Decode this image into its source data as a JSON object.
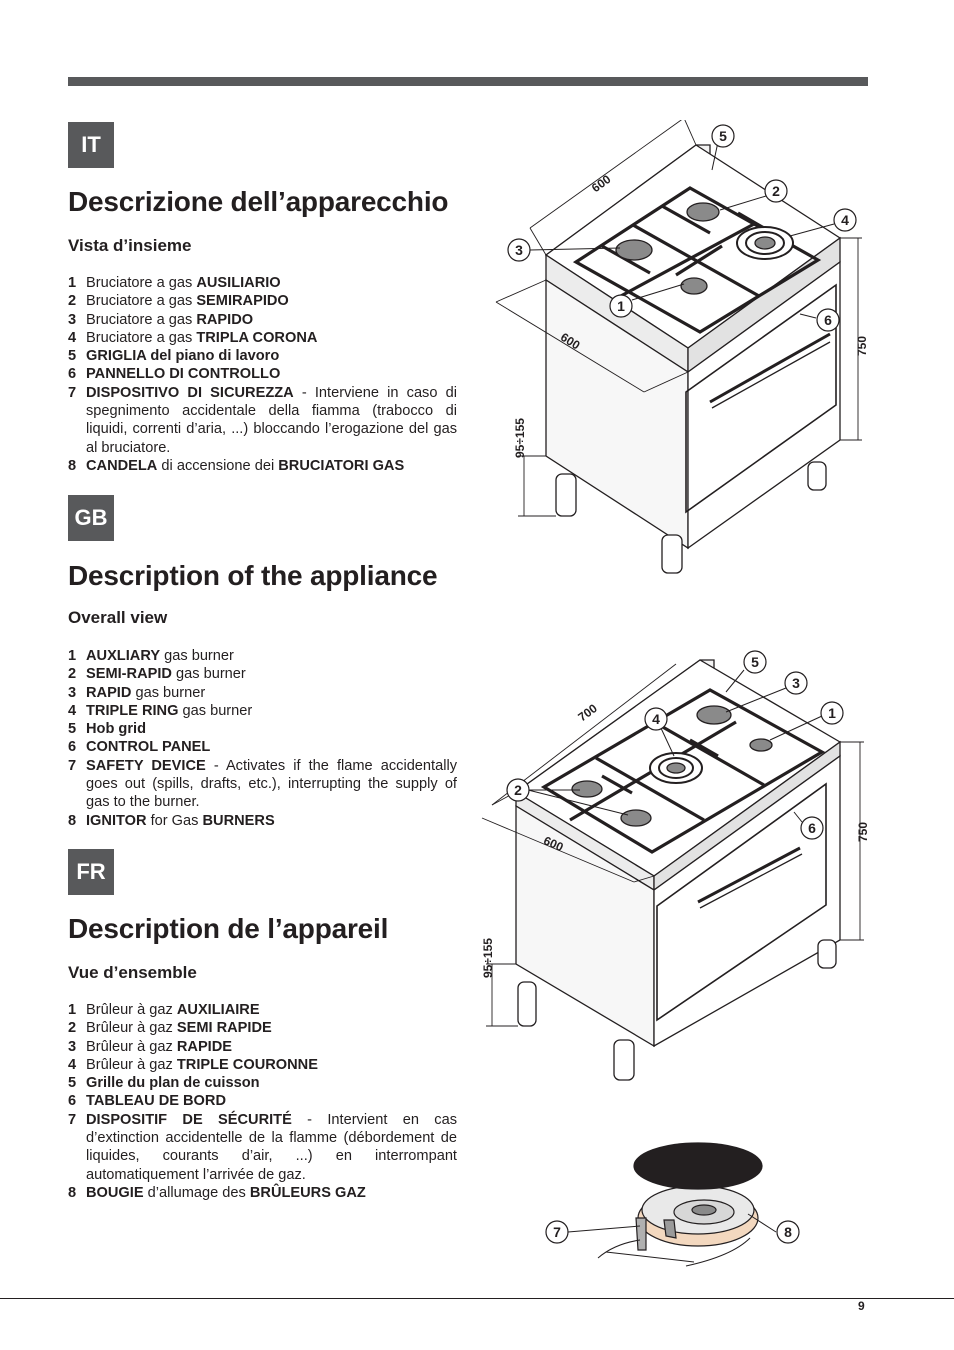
{
  "page_number": "9",
  "sections": [
    {
      "lang": "IT",
      "title": "Descrizione dell’apparecchio",
      "subtitle": "Vista d’insieme",
      "items": [
        {
          "n": "1",
          "a": "Bruciatore a gas ",
          "b": "AUSILIARIO",
          "c": ""
        },
        {
          "n": "2",
          "a": "Bruciatore a gas ",
          "b": "SEMIRAPIDO",
          "c": ""
        },
        {
          "n": "3",
          "a": "Bruciatore a gas ",
          "b": "RAPIDO",
          "c": ""
        },
        {
          "n": "4",
          "a": "Bruciatore a gas ",
          "b": "TRIPLA CORONA",
          "c": ""
        },
        {
          "n": "5",
          "a": "",
          "b": "GRIGLIA del piano di lavoro",
          "c": ""
        },
        {
          "n": "6",
          "a": "",
          "b": "PANNELLO DI CONTROLLO",
          "c": ""
        },
        {
          "n": "7",
          "a": "",
          "b": "DISPOSITIVO DI SICUREZZA",
          "c": " - Interviene in caso di spegnimento accidentale della fiamma (trabocco di liquidi, correnti d’aria, ...) bloccando l’erogazione del gas al bruciatore."
        },
        {
          "n": "8",
          "a": "",
          "b": "CANDELA",
          "c": " di accensione dei ",
          "d": "BRUCIATORI GAS"
        }
      ]
    },
    {
      "lang": "GB",
      "title": "Description of the appliance",
      "subtitle": "Overall view",
      "items": [
        {
          "n": "1",
          "a": "",
          "b": "AUXLIARY",
          "c": " gas burner"
        },
        {
          "n": "2",
          "a": "",
          "b": "SEMI-RAPID",
          "c": " gas burner"
        },
        {
          "n": "3",
          "a": "",
          "b": "RAPID",
          "c": " gas burner"
        },
        {
          "n": "4",
          "a": "",
          "b": "TRIPLE RING",
          "c": " gas burner"
        },
        {
          "n": "5",
          "a": "",
          "b": "Hob grid",
          "c": ""
        },
        {
          "n": "6",
          "a": "",
          "b": "CONTROL PANEL",
          "c": ""
        },
        {
          "n": "7",
          "a": "",
          "b": "SAFETY DEVICE",
          "c": "  - Activates if the flame accidentally goes out (spills, drafts, etc.), interrupting the supply of gas to the burner."
        },
        {
          "n": "8",
          "a": "",
          "b": "IGNITOR",
          "c": " for Gas ",
          "d": "BURNERS"
        }
      ]
    },
    {
      "lang": "FR",
      "title": "Description de l’appareil",
      "subtitle": "Vue d’ensemble",
      "items": [
        {
          "n": "1",
          "a": "Brûleur à gaz ",
          "b": "AUXILIAIRE",
          "c": ""
        },
        {
          "n": "2",
          "a": "Brûleur à gaz ",
          "b": "SEMI RAPIDE",
          "c": ""
        },
        {
          "n": "3",
          "a": "Brûleur à gaz ",
          "b": "RAPIDE",
          "c": ""
        },
        {
          "n": "4",
          "a": "Brûleur à gaz ",
          "b": "TRIPLE COURONNE",
          "c": ""
        },
        {
          "n": "5",
          "a": "",
          "b": "Grille du plan de cuisson",
          "c": ""
        },
        {
          "n": "6",
          "a": "",
          "b": "TABLEAU DE BORD",
          "c": ""
        },
        {
          "n": "7",
          "a": "",
          "b": "DISPOSITIF DE SÉCURITÉ",
          "c": " - Intervient en cas d’extinction accidentelle de la flamme (débordement de liquides, courants d’air, ...) en interrompant automatiquement l’arrivée de gaz."
        },
        {
          "n": "8",
          "a": "",
          "b": "BOUGIE",
          "c": " d’allumage des ",
          "d": "BRÛLEURS GAZ"
        }
      ]
    }
  ],
  "figures": {
    "fig1": {
      "dims": {
        "top": "600",
        "side": "600",
        "height": "750",
        "feet": "95÷155"
      },
      "callouts": {
        "c1": "1",
        "c2": "2",
        "c3": "3",
        "c4": "4",
        "c5": "5",
        "c6": "6"
      }
    },
    "fig2": {
      "dims": {
        "top": "700",
        "side": "600",
        "height": "750",
        "feet": "95÷155"
      },
      "callouts": {
        "c1": "1",
        "c2": "2",
        "c3": "3",
        "c4": "4",
        "c5": "5",
        "c6": "6"
      }
    },
    "fig3": {
      "callouts": {
        "c7": "7",
        "c8": "8"
      }
    }
  }
}
